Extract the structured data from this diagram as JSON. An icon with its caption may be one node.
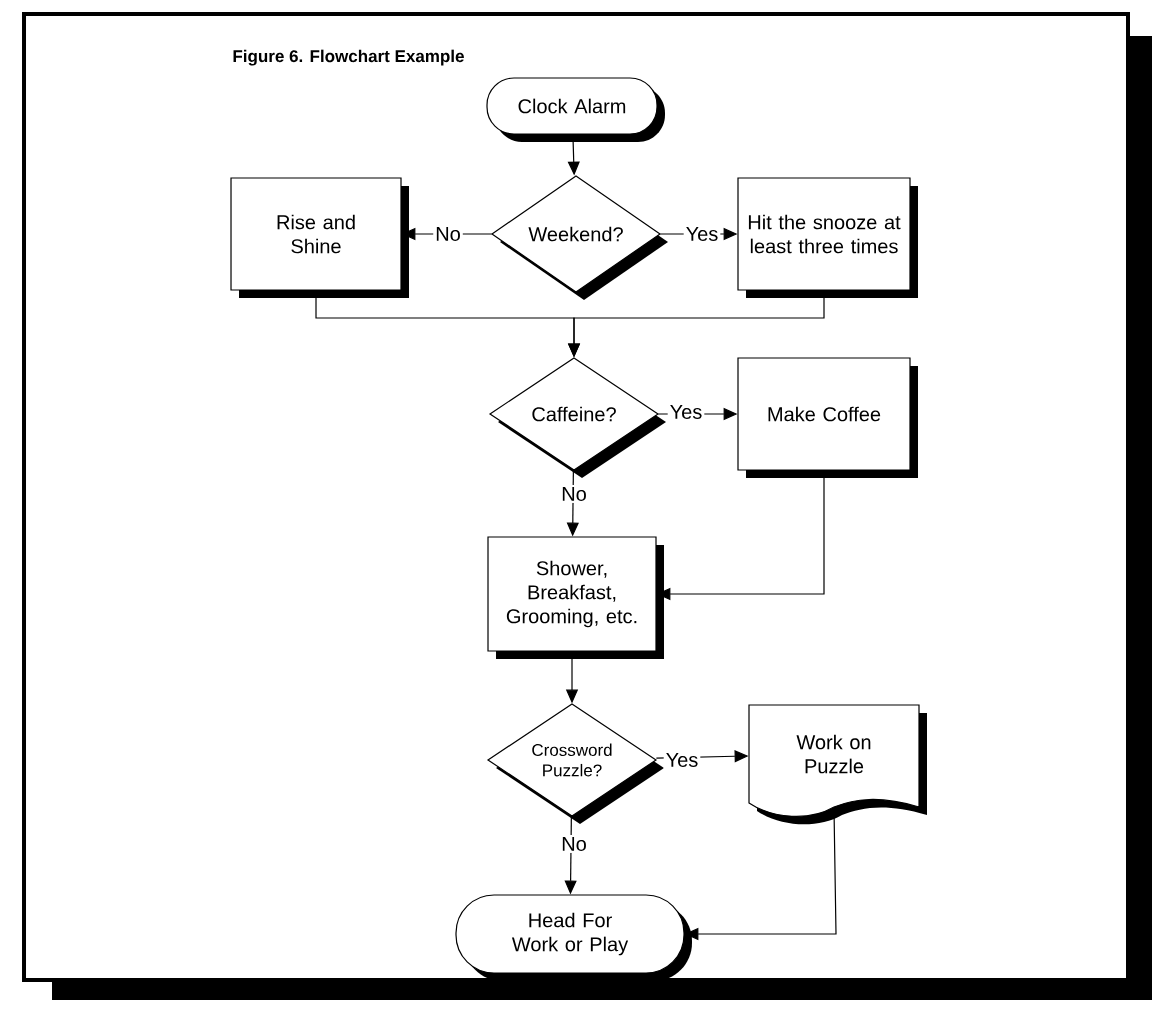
{
  "diagram": {
    "title": "Figure 6.  Flowchart Example",
    "nodes": [
      {
        "text": [
          "Clock Alarm"
        ]
      },
      {
        "text": [
          "Weekend?"
        ]
      },
      {
        "text": [
          "Rise and Shine"
        ]
      },
      {
        "text": [
          "Hit the snooze at least three times"
        ]
      },
      {
        "text": [
          "Caffeine?"
        ]
      },
      {
        "text": [
          "Make Coffee"
        ]
      },
      {
        "text": [
          "Shower, Breakfast, Grooming, etc."
        ]
      },
      {
        "text": [
          "Crossword Puzzle?"
        ]
      },
      {
        "text": [
          "Work on Puzzle"
        ]
      },
      {
        "text": [
          "Head For Work or Play"
        ]
      }
    ],
    "edges": [
      {
        "from": 0,
        "to": 1,
        "arrow": "to"
      },
      {
        "from": 1,
        "to": 2,
        "arrow": "to",
        "label": "No"
      },
      {
        "from": 1,
        "to": 3,
        "arrow": "to",
        "label": "Yes"
      },
      {
        "from": 2,
        "to": 4,
        "arrow": "to"
      },
      {
        "from": 3,
        "to": 4,
        "arrow": "to"
      },
      {
        "from": 4,
        "to": 5,
        "arrow": "to",
        "label": "Yes"
      },
      {
        "from": 4,
        "to": 6,
        "arrow": "to",
        "label": "No"
      },
      {
        "from": 5,
        "to": 6,
        "arrow": "to"
      },
      {
        "from": 6,
        "to": 7,
        "arrow": "to"
      },
      {
        "from": 7,
        "to": 8,
        "arrow": "to",
        "label": "Yes"
      },
      {
        "from": 7,
        "to": 9,
        "arrow": "to",
        "label": "No"
      },
      {
        "from": 8,
        "to": 9,
        "arrow": "to"
      }
    ]
  }
}
